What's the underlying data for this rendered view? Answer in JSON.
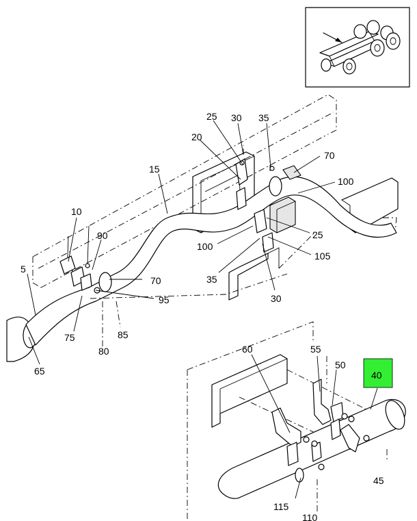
{
  "diagram": {
    "highlight_color": "#33ee33",
    "highlighted_callout": "40",
    "callouts": {
      "c5": "5",
      "c10": "10",
      "c15": "15",
      "c20": "20",
      "c25a": "25",
      "c25b": "25",
      "c30a": "30",
      "c30b": "30",
      "c35a": "35",
      "c35b": "35",
      "c40": "40",
      "c45": "45",
      "c50": "50",
      "c55": "55",
      "c60": "60",
      "c65": "65",
      "c70a": "70",
      "c70b": "70",
      "c75": "75",
      "c80": "80",
      "c85": "85",
      "c90": "90",
      "c95": "95",
      "c100a": "100",
      "c100b": "100",
      "c105": "105",
      "c110": "110",
      "c115": "115"
    }
  }
}
